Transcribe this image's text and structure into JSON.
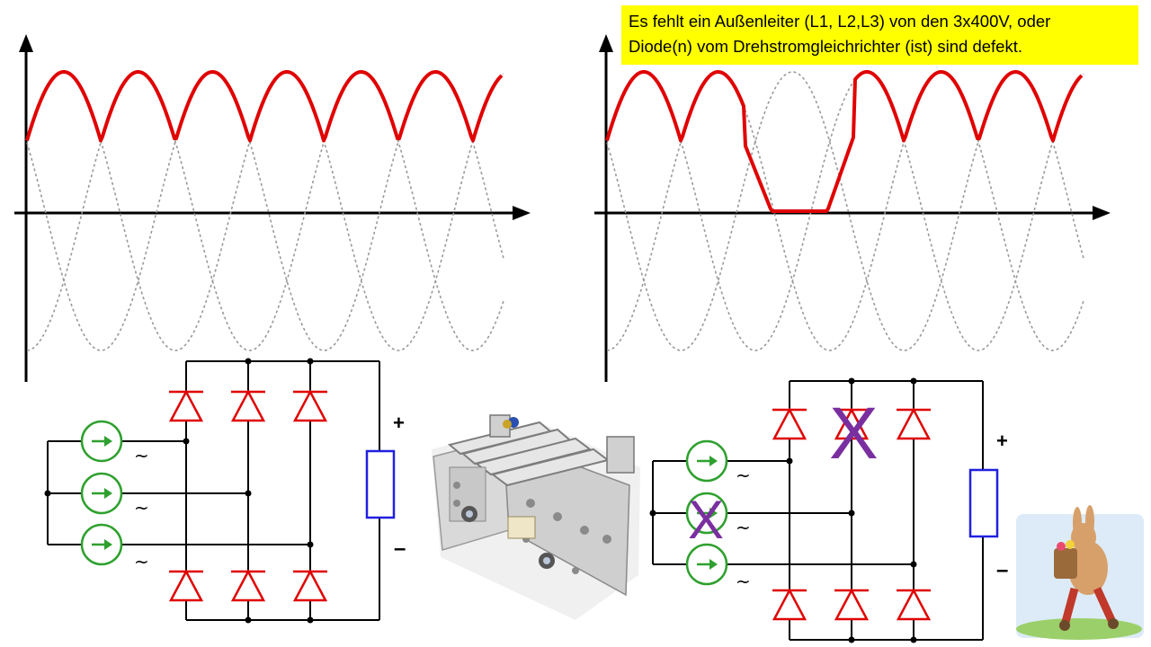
{
  "note": {
    "line1": "Es fehlt ein Außenleiter (L1, L2,L3)   von den 3x400V, oder",
    "line2": "Diode(n) vom Drehstromgleichrichter (ist) sind defekt."
  },
  "circuit_labels": {
    "tilde": "~",
    "plus": "+",
    "minus": "–",
    "defect_mark": "X"
  },
  "colors": {
    "output_wave": "#e00000",
    "phase_waves": "#999999",
    "diode": "#e00000",
    "source_circle": "#2ea02e",
    "load": "#2020e0",
    "defect_mark": "#7a2fa0",
    "note_background": "#ffff00"
  },
  "icons": {
    "rectifier_photo": "bridge-rectifier-module-photo",
    "mascot": "easter-bunny-illustration"
  }
}
